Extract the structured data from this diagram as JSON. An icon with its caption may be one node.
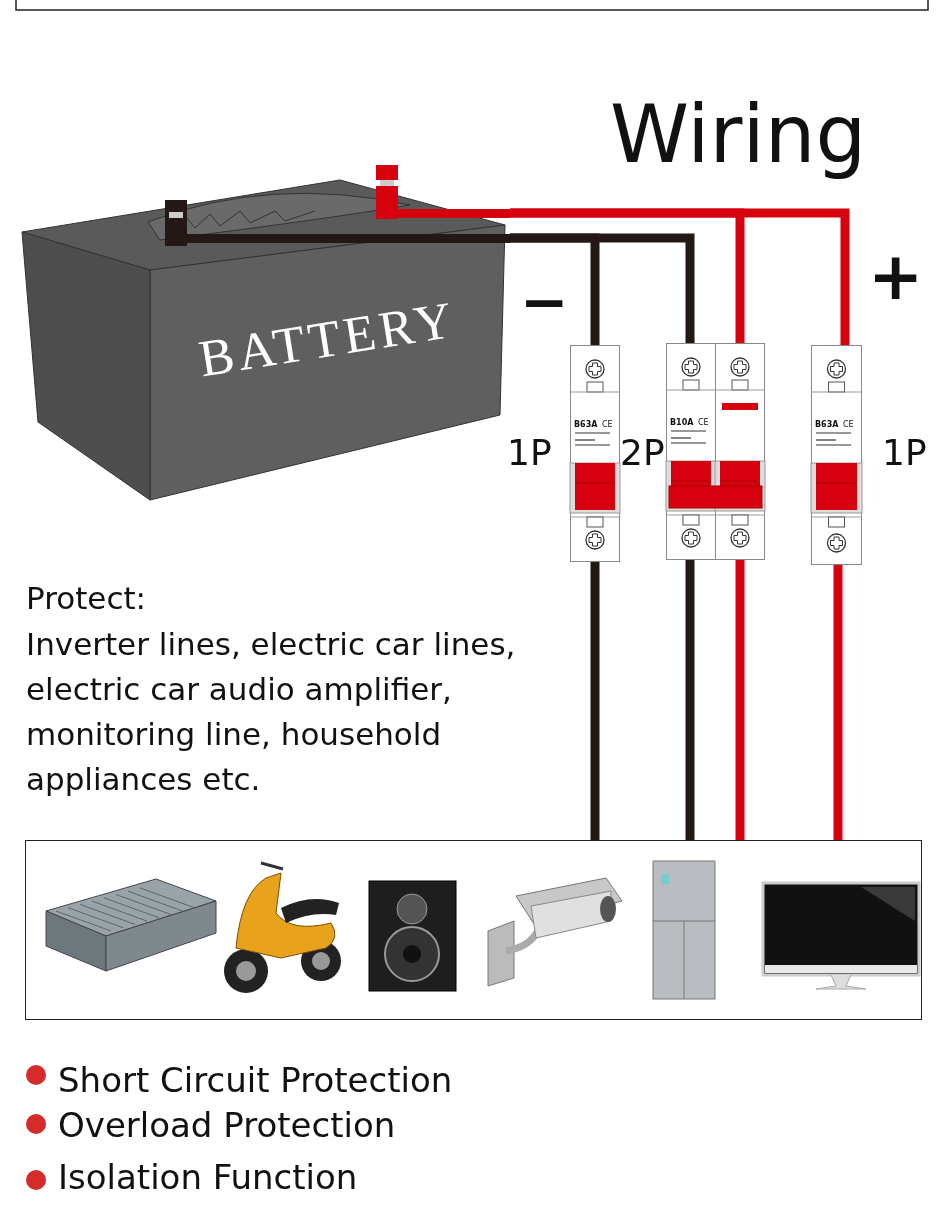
{
  "diagram": {
    "title": "Wiring",
    "nodes": [
      {
        "text": [
          "BATTERY"
        ]
      },
      {
        "text": [
          "B63A",
          "CE"
        ],
        "beside": [
          "1P"
        ]
      },
      {
        "text": [
          "B10A",
          "CE"
        ],
        "beside": [
          "2P"
        ]
      },
      {
        "text": [
          "B63A",
          "CE"
        ],
        "beside": [
          "1P"
        ]
      },
      {
        "text": [],
        "shape": "box"
      },
      {
        "text": [],
        "shape": "picture",
        "in": 4
      },
      {
        "text": [],
        "shape": "picture",
        "in": 4
      },
      {
        "text": [],
        "shape": "picture",
        "in": 4
      },
      {
        "text": [],
        "shape": "picture",
        "in": 4
      },
      {
        "text": [],
        "shape": "picture",
        "in": 4
      },
      {
        "text": [],
        "shape": "picture",
        "in": 4
      }
    ],
    "edges": [
      {
        "from": 0,
        "to": 1,
        "arrow": "none",
        "color": "#231815"
      },
      {
        "from": 0,
        "to": 2,
        "arrow": "none",
        "color": "#231815"
      },
      {
        "from": 0,
        "to": 2,
        "arrow": "none",
        "color": "#d7000f"
      },
      {
        "from": 0,
        "to": 3,
        "arrow": "none",
        "color": "#d7000f"
      },
      {
        "from": 1,
        "to": 4,
        "arrow": "none",
        "color": "#231815"
      },
      {
        "from": 2,
        "to": 4,
        "arrow": "none",
        "color": "#231815"
      },
      {
        "from": 2,
        "to": 4,
        "arrow": "none",
        "color": "#d7000f"
      },
      {
        "from": 3,
        "to": 4,
        "arrow": "none",
        "color": "#d7000f"
      }
    ],
    "labels": [
      "−",
      "+",
      "Protect:",
      "Inverter lines, electric car lines, electric car audio amplifier, monitoring line, household appliances etc.",
      "Short Circuit Protection",
      "Overload Protection",
      "Isolation Function"
    ]
  }
}
